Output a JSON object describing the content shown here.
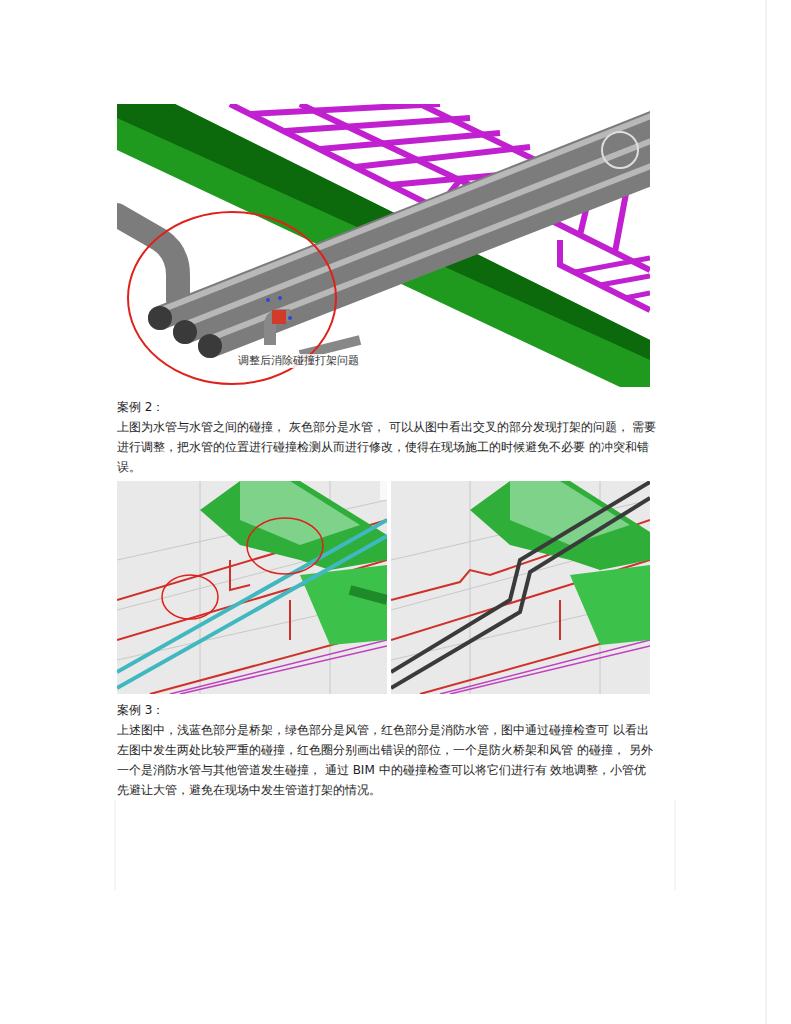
{
  "diagram": {
    "labels": [
      "调整后消除碰撞打架问题",
      "案例 2：",
      "上图为水管与水管之间的碰撞， 灰色部分是水管， 可以从图中看出交叉的部分发现打架的问题， 需要进行调整，把水管的位置进行碰撞检测从而进行修改，使得在现场施工的时候避免不必要 的冲突和错误。",
      "案例 3：",
      "上述图中，浅蓝色部分是桥架，绿色部分是风管，红色部分是消防水管，图中通过碰撞检查可 以看出左图中发生两处比较严重的碰撞，红色圈分别画出错误的部位，一个是防火桥架和风管 的碰撞， 另外一个是消防水管与其他管道发生碰撞， 通过 BIM 中的碰撞检查可以将它们进行有 效地调整，小管优先避让大管，避免在现场中发生管道打架的情况。"
    ]
  }
}
